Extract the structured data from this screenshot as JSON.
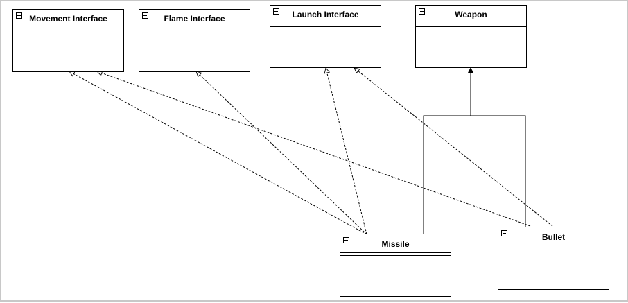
{
  "diagram": {
    "classes": [
      {
        "id": "movement",
        "name": "Movement Interface"
      },
      {
        "id": "flame",
        "name": "Flame Interface"
      },
      {
        "id": "launch",
        "name": "Launch Interface"
      },
      {
        "id": "weapon",
        "name": "Weapon"
      },
      {
        "id": "missile",
        "name": "Missile"
      },
      {
        "id": "bullet",
        "name": "Bullet"
      }
    ],
    "relationships": [
      {
        "type": "realization",
        "from": "missile",
        "to": "movement"
      },
      {
        "type": "realization",
        "from": "missile",
        "to": "flame"
      },
      {
        "type": "realization",
        "from": "missile",
        "to": "launch"
      },
      {
        "type": "realization",
        "from": "bullet",
        "to": "movement"
      },
      {
        "type": "realization",
        "from": "bullet",
        "to": "launch"
      },
      {
        "type": "generalization",
        "from": "missile",
        "to": "weapon"
      },
      {
        "type": "generalization",
        "from": "bullet",
        "to": "weapon"
      }
    ]
  }
}
